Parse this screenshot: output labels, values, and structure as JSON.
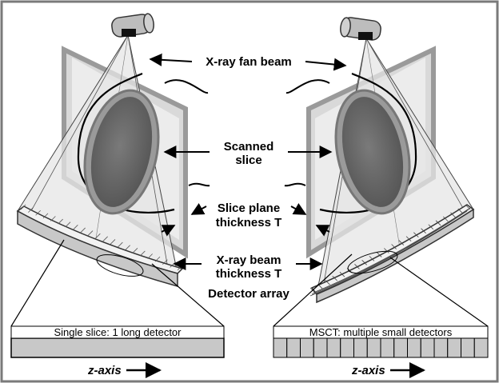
{
  "labels": {
    "fan_beam": "X-ray fan beam",
    "scanned_slice_1": "Scanned",
    "scanned_slice_2": "slice",
    "slice_plane_1": "Slice plane",
    "slice_plane_2": "thickness T",
    "beam_thickness_1": "X-ray beam",
    "beam_thickness_2": "thickness T",
    "detector_array": "Detector array"
  },
  "left_panel": {
    "caption": "Single slice: 1 long detector",
    "axis_label": "z-axis",
    "detector_cells": 1
  },
  "right_panel": {
    "caption": "MSCT: multiple small detectors",
    "axis_label": "z-axis",
    "detector_cells": 16
  },
  "colors": {
    "border": "#7a7a7a",
    "frame": "#a8a8a8",
    "fan": "#e6e6e6",
    "lens_outer": "#8f8f8f",
    "lens_inner": "#6b6b6b",
    "detector_fill": "#c8c8c8"
  }
}
